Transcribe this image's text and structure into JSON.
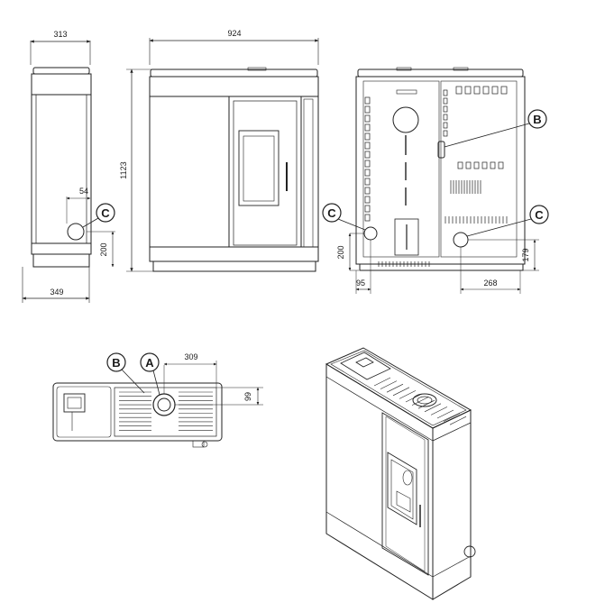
{
  "side_view": {
    "width": "313",
    "depth": "349",
    "pipe_offset": "54",
    "pipe_height": "200",
    "label": "C"
  },
  "front_view": {
    "width": "924",
    "height": "1123"
  },
  "rear_view": {
    "pipe_offset": "95",
    "pipe_height": "200",
    "right_height": "179",
    "right_offset": "268",
    "label_b": "B",
    "label_c_left": "C",
    "label_c_right": "C"
  },
  "top_view": {
    "label_a": "A",
    "label_b": "B",
    "offset_x": "309",
    "offset_y": "99"
  }
}
